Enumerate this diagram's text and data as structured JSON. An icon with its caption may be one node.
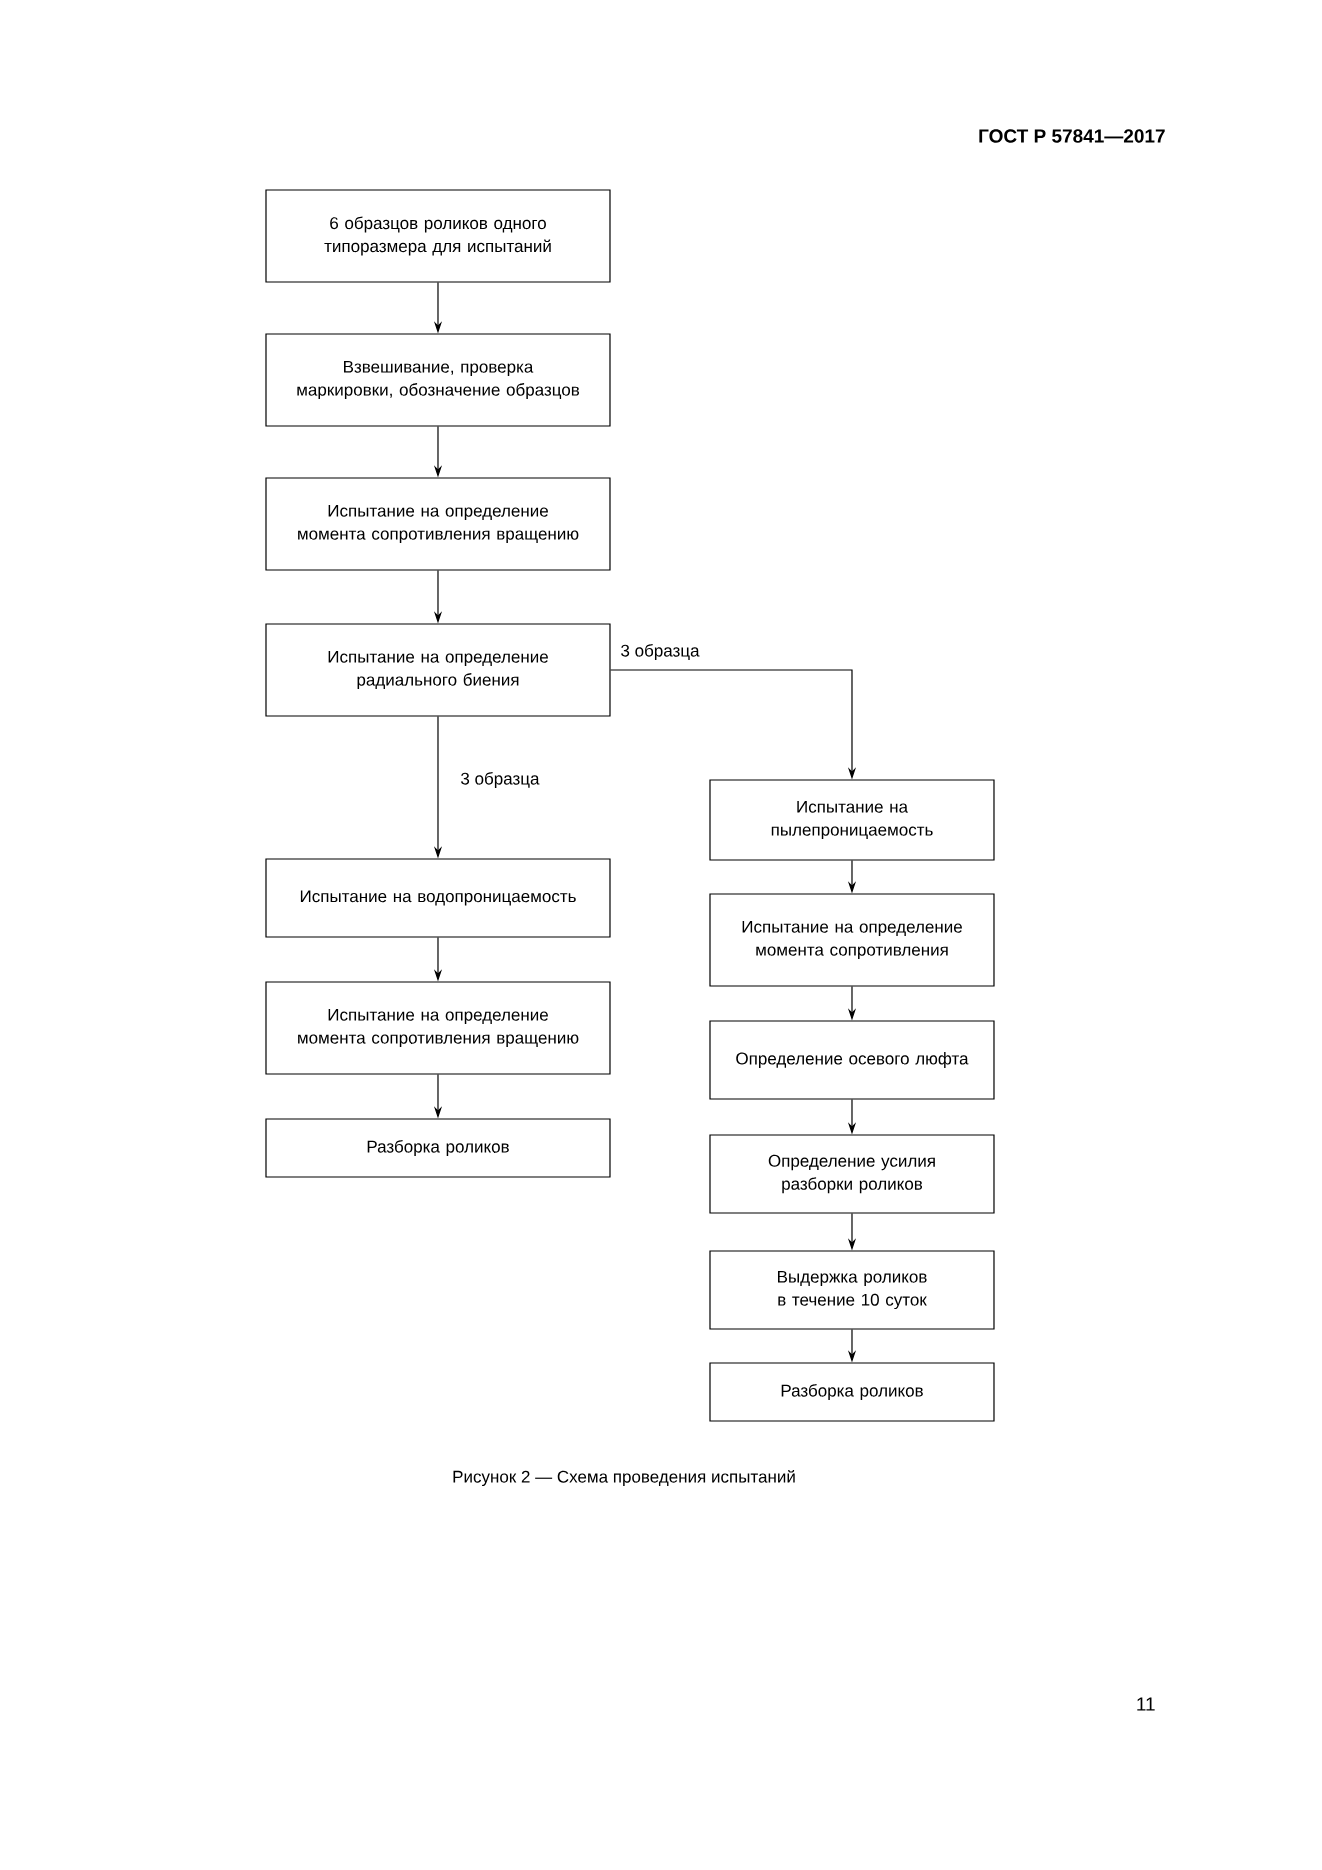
{
  "diagram": {
    "caption": "Рисунок 2 — Схема проведения испытаний",
    "nodes": [
      {
        "text": [
          "6 образцов роликов одного типоразмера для испытаний"
        ]
      },
      {
        "text": [
          "Взвешивание, проверка маркировки, обозначение образцов"
        ]
      },
      {
        "text": [
          "Испытание на определение момента сопротивления вращению"
        ]
      },
      {
        "text": [
          "Испытание на определение радиального биения"
        ]
      },
      {
        "text": [
          "Испытание на водопроницаемость"
        ]
      },
      {
        "text": [
          "Испытание на определение момента сопротивления вращению"
        ]
      },
      {
        "text": [
          "Разборка роликов"
        ]
      },
      {
        "text": [
          "Испытание на пылепроницаемость"
        ]
      },
      {
        "text": [
          "Испытание на определение момента сопротивления"
        ]
      },
      {
        "text": [
          "Определение осевого люфта"
        ]
      },
      {
        "text": [
          "Определение усилия разборки роликов"
        ]
      },
      {
        "text": [
          "Выдержка роликов в течение 10 суток"
        ]
      },
      {
        "text": [
          "Разборка роликов"
        ]
      }
    ],
    "edges": [
      {
        "from": 0,
        "to": 1,
        "arrow": "to"
      },
      {
        "from": 1,
        "to": 2,
        "arrow": "to"
      },
      {
        "from": 2,
        "to": 3,
        "arrow": "to"
      },
      {
        "from": 3,
        "to": 4,
        "arrow": "to",
        "label": "3 образца"
      },
      {
        "from": 3,
        "to": 7,
        "arrow": "to",
        "label": "3 образца"
      },
      {
        "from": 4,
        "to": 5,
        "arrow": "to"
      },
      {
        "from": 5,
        "to": 6,
        "arrow": "to"
      },
      {
        "from": 7,
        "to": 8,
        "arrow": "to"
      },
      {
        "from": 8,
        "to": 9,
        "arrow": "to"
      },
      {
        "from": 9,
        "to": 10,
        "arrow": "to"
      },
      {
        "from": 10,
        "to": 11,
        "arrow": "to"
      },
      {
        "from": 11,
        "to": 12,
        "arrow": "to"
      }
    ],
    "labels": [
      "ГОСТ Р 57841—2017",
      "11"
    ]
  }
}
